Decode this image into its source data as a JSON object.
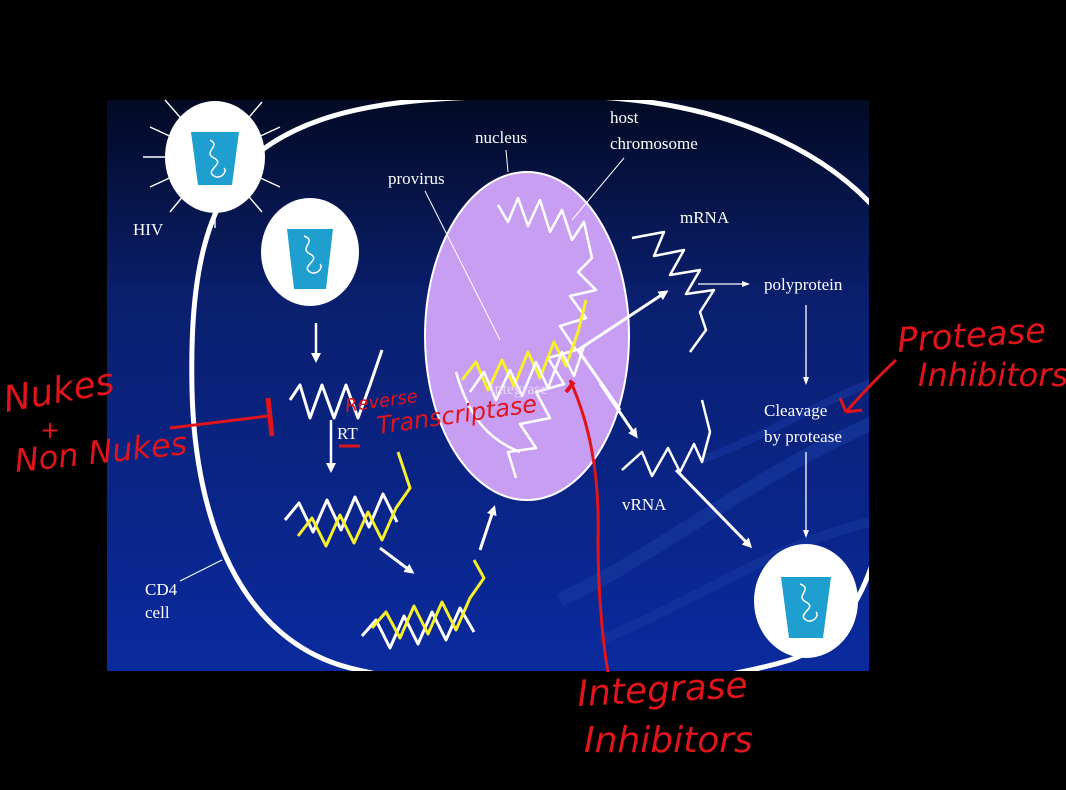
{
  "diagram": {
    "labels": {
      "hiv": "HIV",
      "nucleus": "nucleus",
      "host_line1": "host",
      "host_line2": "chromosome",
      "provirus": "provirus",
      "mrna": "mRNA",
      "polyprotein": "polyprotein",
      "integrase": "integrase",
      "rt": "RT",
      "cleavage_line1": "Cleavage",
      "cleavage_line2": "by protease",
      "vrna": "vRNA",
      "cd4_line1": "CD4",
      "cd4_line2": "cell"
    },
    "annotations": {
      "nukes_line1": "Nukes",
      "nukes_line2": "+",
      "nukes_line3": "Non Nukes",
      "rt_line1": "Reverse",
      "rt_line2": "Transcriptase",
      "protease_line1": "Protease",
      "protease_line2": "Inhibitors",
      "integrase_line1": "Integrase",
      "integrase_line2": "Inhibitors"
    },
    "colors": {
      "background": "#000000",
      "slide_top": "#020a24",
      "slide_bottom": "#0a2a9e",
      "nucleus": "#c89ef2",
      "virion": "#ffffff",
      "capsid": "#1f9fd0",
      "rna": "#ffffff",
      "dna_strand": "#f7f02a",
      "annotation": "#e0141b"
    }
  }
}
